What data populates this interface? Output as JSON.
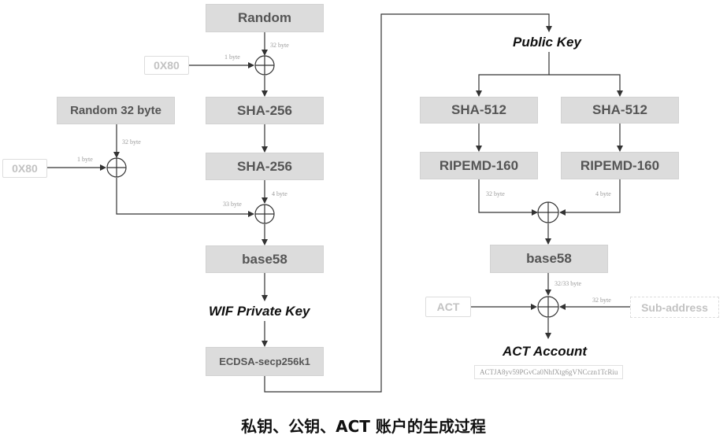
{
  "left": {
    "random": "Random",
    "prefix_0x80_top": "0X80",
    "prefix_0x80_bottom": "0X80",
    "random32": "Random 32 byte",
    "sha256_a": "SHA-256",
    "sha256_b": "SHA-256",
    "base58": "base58",
    "wif_key": "WIF Private Key",
    "ecdsa": "ECDSA-secp256k1",
    "lbl_1byte_top": "1 byte",
    "lbl_32byte_top": "32 byte",
    "lbl_1byte_bottom": "1 byte",
    "lbl_32byte_bottom": "32 byte",
    "lbl_4byte": "4 byte",
    "lbl_33byte": "33 byte"
  },
  "right": {
    "public_key": "Public Key",
    "sha512_a": "SHA-512",
    "sha512_b": "SHA-512",
    "ripemd_a": "RIPEMD-160",
    "ripemd_b": "RIPEMD-160",
    "base58": "base58",
    "act": "ACT",
    "sub_address": "Sub-address",
    "act_account": "ACT Account",
    "account_value": "ACTJA8yv59PGvCa0NhfXtg6gVNCczn1TcRiu",
    "lbl_32byte_a": "32 byte",
    "lbl_4byte_b": "4 byte",
    "lbl_3233byte": "32/33 byte",
    "lbl_32byte_sub": "32 byte"
  },
  "caption": "私钥、公钥、ACT 账户的生成过程",
  "colors": {
    "box_fill": "#dcdcdc",
    "box_text": "#555555",
    "line": "#333333",
    "faint_text": "#c2c2c2"
  }
}
